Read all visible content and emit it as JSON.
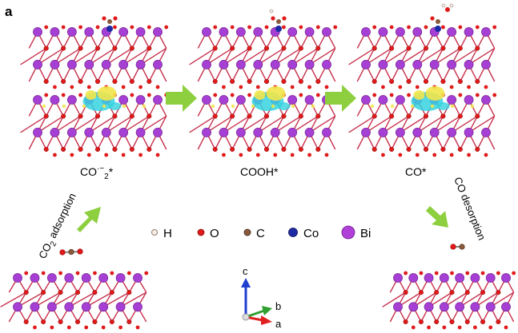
{
  "panel_letter": "a",
  "stages": [
    {
      "label_main": "CO",
      "label_sup": "·−",
      "label_sub": "2",
      "label_tail": "*"
    },
    {
      "label": "COOH*"
    },
    {
      "label": "CO*"
    }
  ],
  "side_labels": {
    "adsorption_main": "CO",
    "adsorption_sub": "2",
    "adsorption_tail": " adsorption",
    "desorption": "CO desorption"
  },
  "legend": [
    {
      "symbol": "H",
      "color": "#f4efe8"
    },
    {
      "symbol": "O",
      "color": "#e01a1a"
    },
    {
      "symbol": "C",
      "color": "#8a5a3c"
    },
    {
      "symbol": "Co",
      "color": "#1c2aa6"
    },
    {
      "symbol": "Bi",
      "color": "#b040d8"
    }
  ],
  "axes": {
    "c": "c",
    "b": "b",
    "a": "a"
  },
  "colors": {
    "bismuth": "#a63fd3",
    "oxygen": "#e01a1a",
    "bond": "#c8324e",
    "arrow": "#8dcf3f",
    "charge_yellow": "#f2e64a",
    "charge_cyan": "#35d3e0",
    "axis_c": "#1f3fd0",
    "axis_b": "#2fa02f",
    "axis_a": "#e02020"
  }
}
